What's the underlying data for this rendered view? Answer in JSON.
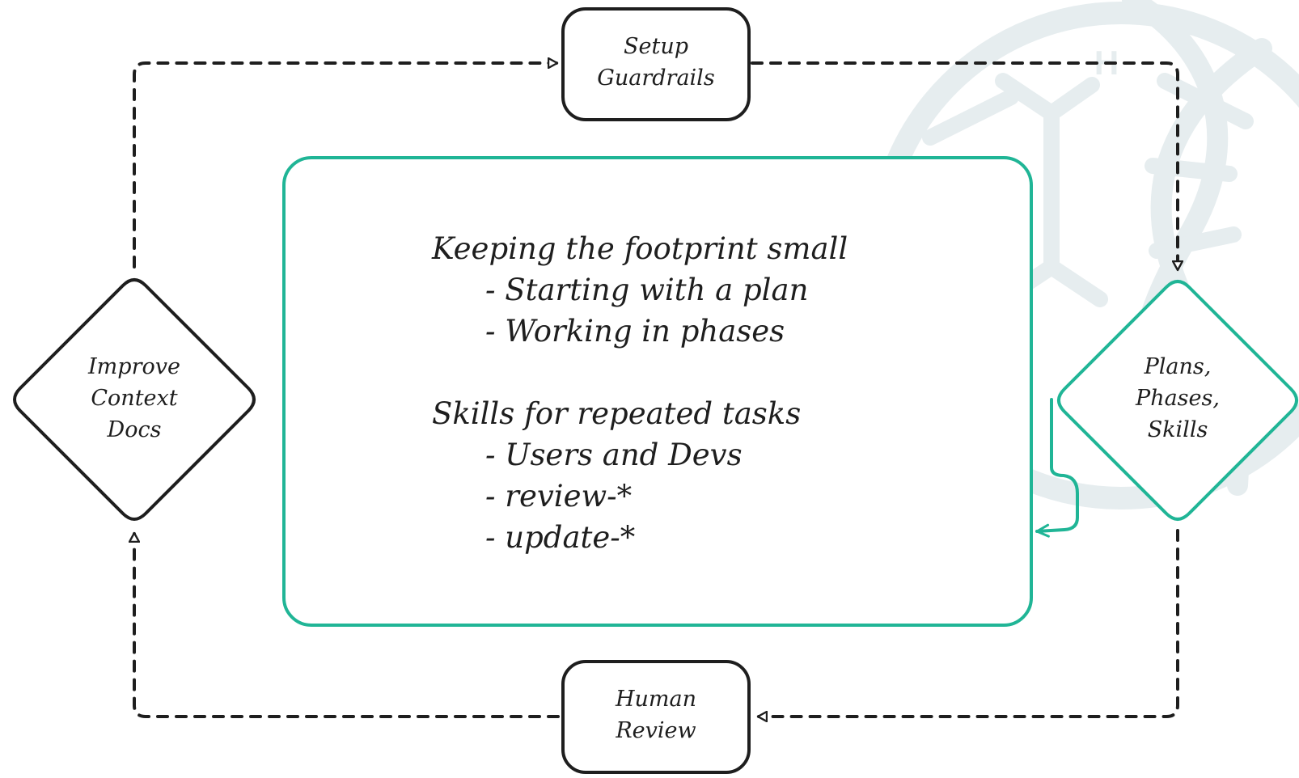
{
  "colors": {
    "ink": "#1e1e1e",
    "accent": "#20b596",
    "watermark": "#e6edef"
  },
  "watermark": {
    "icon": "dna-helix-logo",
    "letters": [
      "H",
      "H"
    ]
  },
  "nodes": {
    "setup": {
      "label": "Setup\nGuardrails",
      "shape": "rounded-rectangle"
    },
    "plans": {
      "label": "Plans,\nPhases,\nSkills",
      "shape": "diamond"
    },
    "review": {
      "label": "Human\nReview",
      "shape": "rounded-rectangle"
    },
    "improve": {
      "label": "Improve\nContext\nDocs",
      "shape": "diamond"
    }
  },
  "center": {
    "section1": {
      "heading": "Keeping the footprint small",
      "items": [
        "Starting with a plan",
        "Working in phases"
      ]
    },
    "section2": {
      "heading": "Skills for repeated tasks",
      "items": [
        "Users and Devs",
        "review-*",
        "update-*"
      ]
    }
  },
  "edges": [
    {
      "from": "improve",
      "to": "setup",
      "style": "dashed"
    },
    {
      "from": "setup",
      "to": "plans",
      "style": "dashed"
    },
    {
      "from": "plans",
      "to": "review",
      "style": "dashed"
    },
    {
      "from": "review",
      "to": "improve",
      "style": "dashed"
    },
    {
      "from": "plans",
      "to": "center",
      "style": "solid-accent"
    }
  ]
}
